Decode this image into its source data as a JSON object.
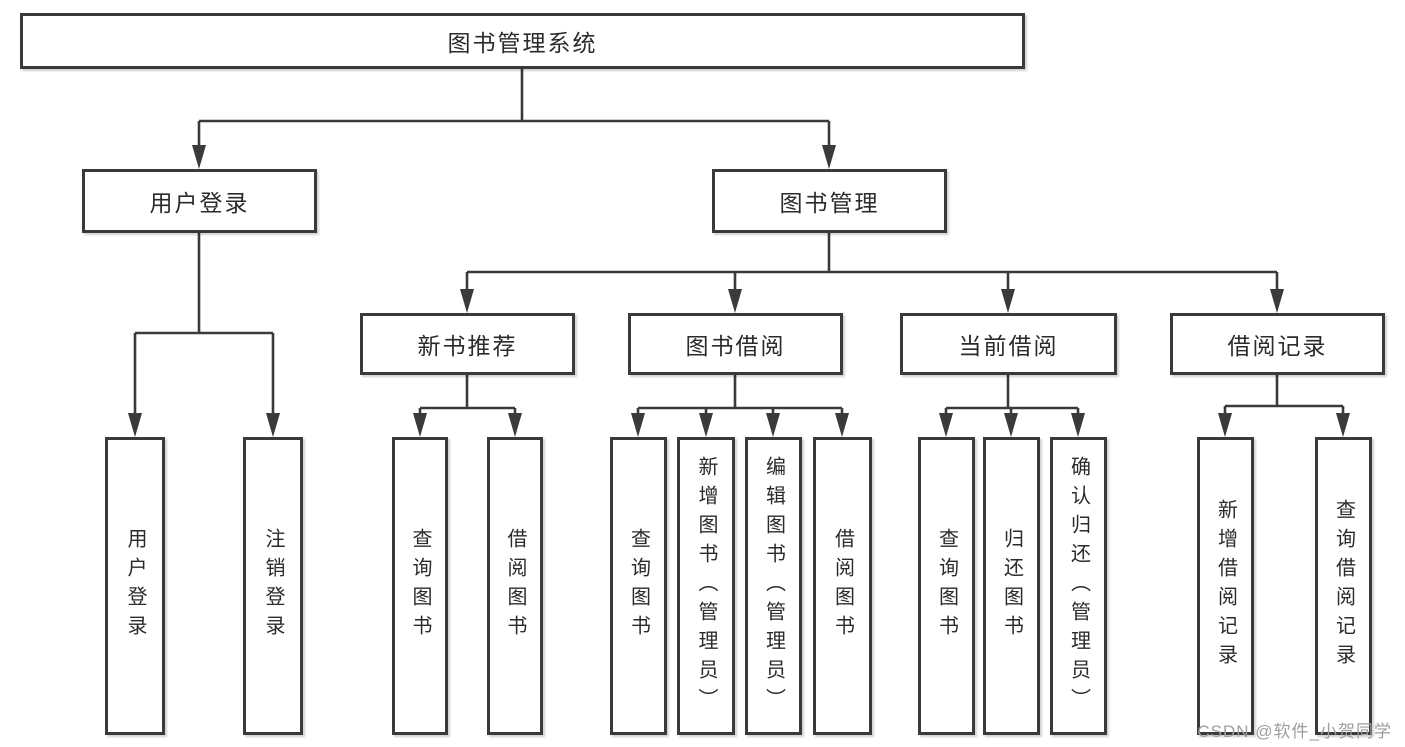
{
  "diagram": {
    "title_node": {
      "label": "图书管理系统"
    },
    "level2": [
      {
        "label": "用户登录"
      },
      {
        "label": "图书管理"
      }
    ],
    "level3": [
      {
        "label": "新书推荐",
        "parent": "图书管理"
      },
      {
        "label": "图书借阅",
        "parent": "图书管理"
      },
      {
        "label": "当前借阅",
        "parent": "图书管理"
      },
      {
        "label": "借阅记录",
        "parent": "图书管理"
      }
    ],
    "leaves": [
      {
        "label": "用户登录",
        "parent": "用户登录"
      },
      {
        "label": "注销登录",
        "parent": "用户登录"
      },
      {
        "label": "查询图书",
        "parent": "新书推荐"
      },
      {
        "label": "借阅图书",
        "parent": "新书推荐"
      },
      {
        "label": "查询图书",
        "parent": "图书借阅"
      },
      {
        "label": "新增图书（管理员）",
        "parent": "图书借阅"
      },
      {
        "label": "编辑图书（管理员）",
        "parent": "图书借阅"
      },
      {
        "label": "借阅图书",
        "parent": "图书借阅"
      },
      {
        "label": "查询图书",
        "parent": "当前借阅"
      },
      {
        "label": "归还图书",
        "parent": "当前借阅"
      },
      {
        "label": "确认归还（管理员）",
        "parent": "当前借阅"
      },
      {
        "label": "新增借阅记录",
        "parent": "借阅记录"
      },
      {
        "label": "查询借阅记录",
        "parent": "借阅记录"
      }
    ]
  },
  "watermark": {
    "text": "CSDN @软件_小贺同学",
    "color": "#9e9e9e"
  },
  "colors": {
    "line": "#3a3a3a",
    "border": "#3a3a3a",
    "text": "#2b2b2b",
    "background": "#ffffff"
  }
}
